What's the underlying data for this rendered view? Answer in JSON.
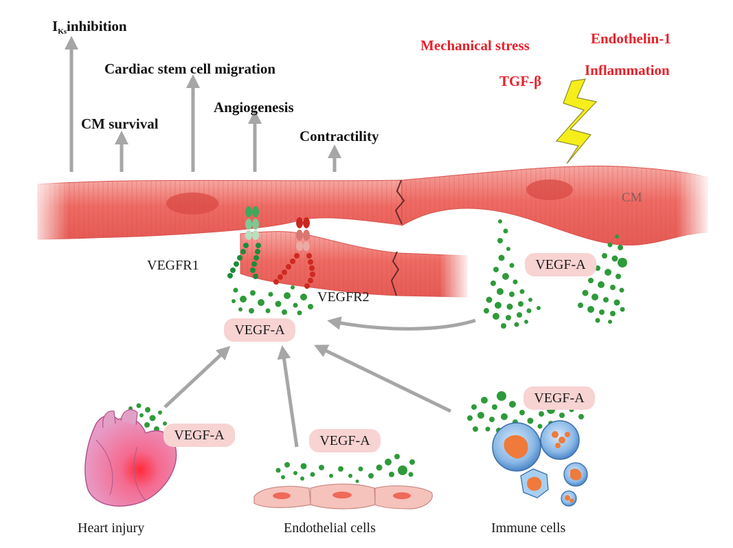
{
  "effects": {
    "iks_main": "I",
    "iks_sub": "Ks",
    "iks_rest": "inhibition",
    "cm_survival": "CM survival",
    "stem_cell_migration": "Cardiac stem cell migration",
    "angiogenesis": "Angiogenesis",
    "contractility": "Contractility"
  },
  "stressors": {
    "mechanical_stress": "Mechanical stress",
    "tgf_beta": "TGF-β",
    "endothelin": "Endothelin-1",
    "inflammation": "Inflammation"
  },
  "cell": {
    "cm_label": "CM"
  },
  "receptors": {
    "vegfr1": "VEGFR1",
    "vegfr2": "VEGFR2"
  },
  "ligand": {
    "center": "VEGF-A",
    "cm_source": "VEGF-A",
    "heart": "VEGF-A",
    "endothelial": "VEGF-A",
    "immune": "VEGF-A"
  },
  "sources": {
    "heart_injury": "Heart injury",
    "endothelial_cells": "Endothelial cells",
    "immune_cells": "Immune cells"
  },
  "colors": {
    "cardiomyocyte": "#ee6a63",
    "arrow": "#a6a6a6",
    "dot": "#2e9a3a",
    "pill": "#f7d3d2",
    "stress_text": "#e8212b",
    "bolt": "#f5ee1a",
    "vegfr1": "#1f8a3c",
    "vegfr2": "#cc2a22"
  }
}
